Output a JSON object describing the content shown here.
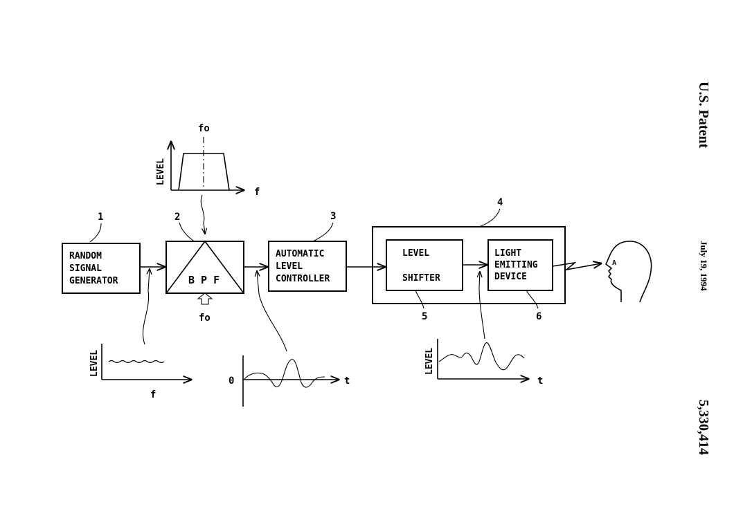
{
  "header": {
    "patent_label": "U.S. Patent",
    "date": "July 19, 1994",
    "patent_number": "5,330,414"
  },
  "blocks": {
    "random_signal_generator": {
      "ref": "1",
      "lines": [
        "RANDOM",
        "SIGNAL",
        "GENERATOR"
      ]
    },
    "bpf": {
      "ref": "2",
      "label": "B P F",
      "input_label": "fo"
    },
    "alc": {
      "ref": "3",
      "lines": [
        "AUTOMATIC",
        "LEVEL",
        "CONTROLLER"
      ]
    },
    "outer_unit": {
      "ref": "4"
    },
    "level_shifter": {
      "ref": "5",
      "lines": [
        "LEVEL",
        "SHIFTER"
      ]
    },
    "light_emitting_device": {
      "ref": "6",
      "lines": [
        "LIGHT",
        "EMITTING",
        "DEVICE"
      ]
    },
    "viewer": {
      "label": "A"
    }
  },
  "graphs": {
    "filter_response": {
      "center_label": "fo",
      "y_label": "LEVEL",
      "x_label": "f"
    },
    "noise_spectrum": {
      "y_label": "LEVEL",
      "x_label": "f"
    },
    "filtered_signal": {
      "origin_label": "0",
      "x_label": "t"
    },
    "shifted_signal": {
      "y_label": "LEVEL",
      "x_label": "t"
    }
  }
}
